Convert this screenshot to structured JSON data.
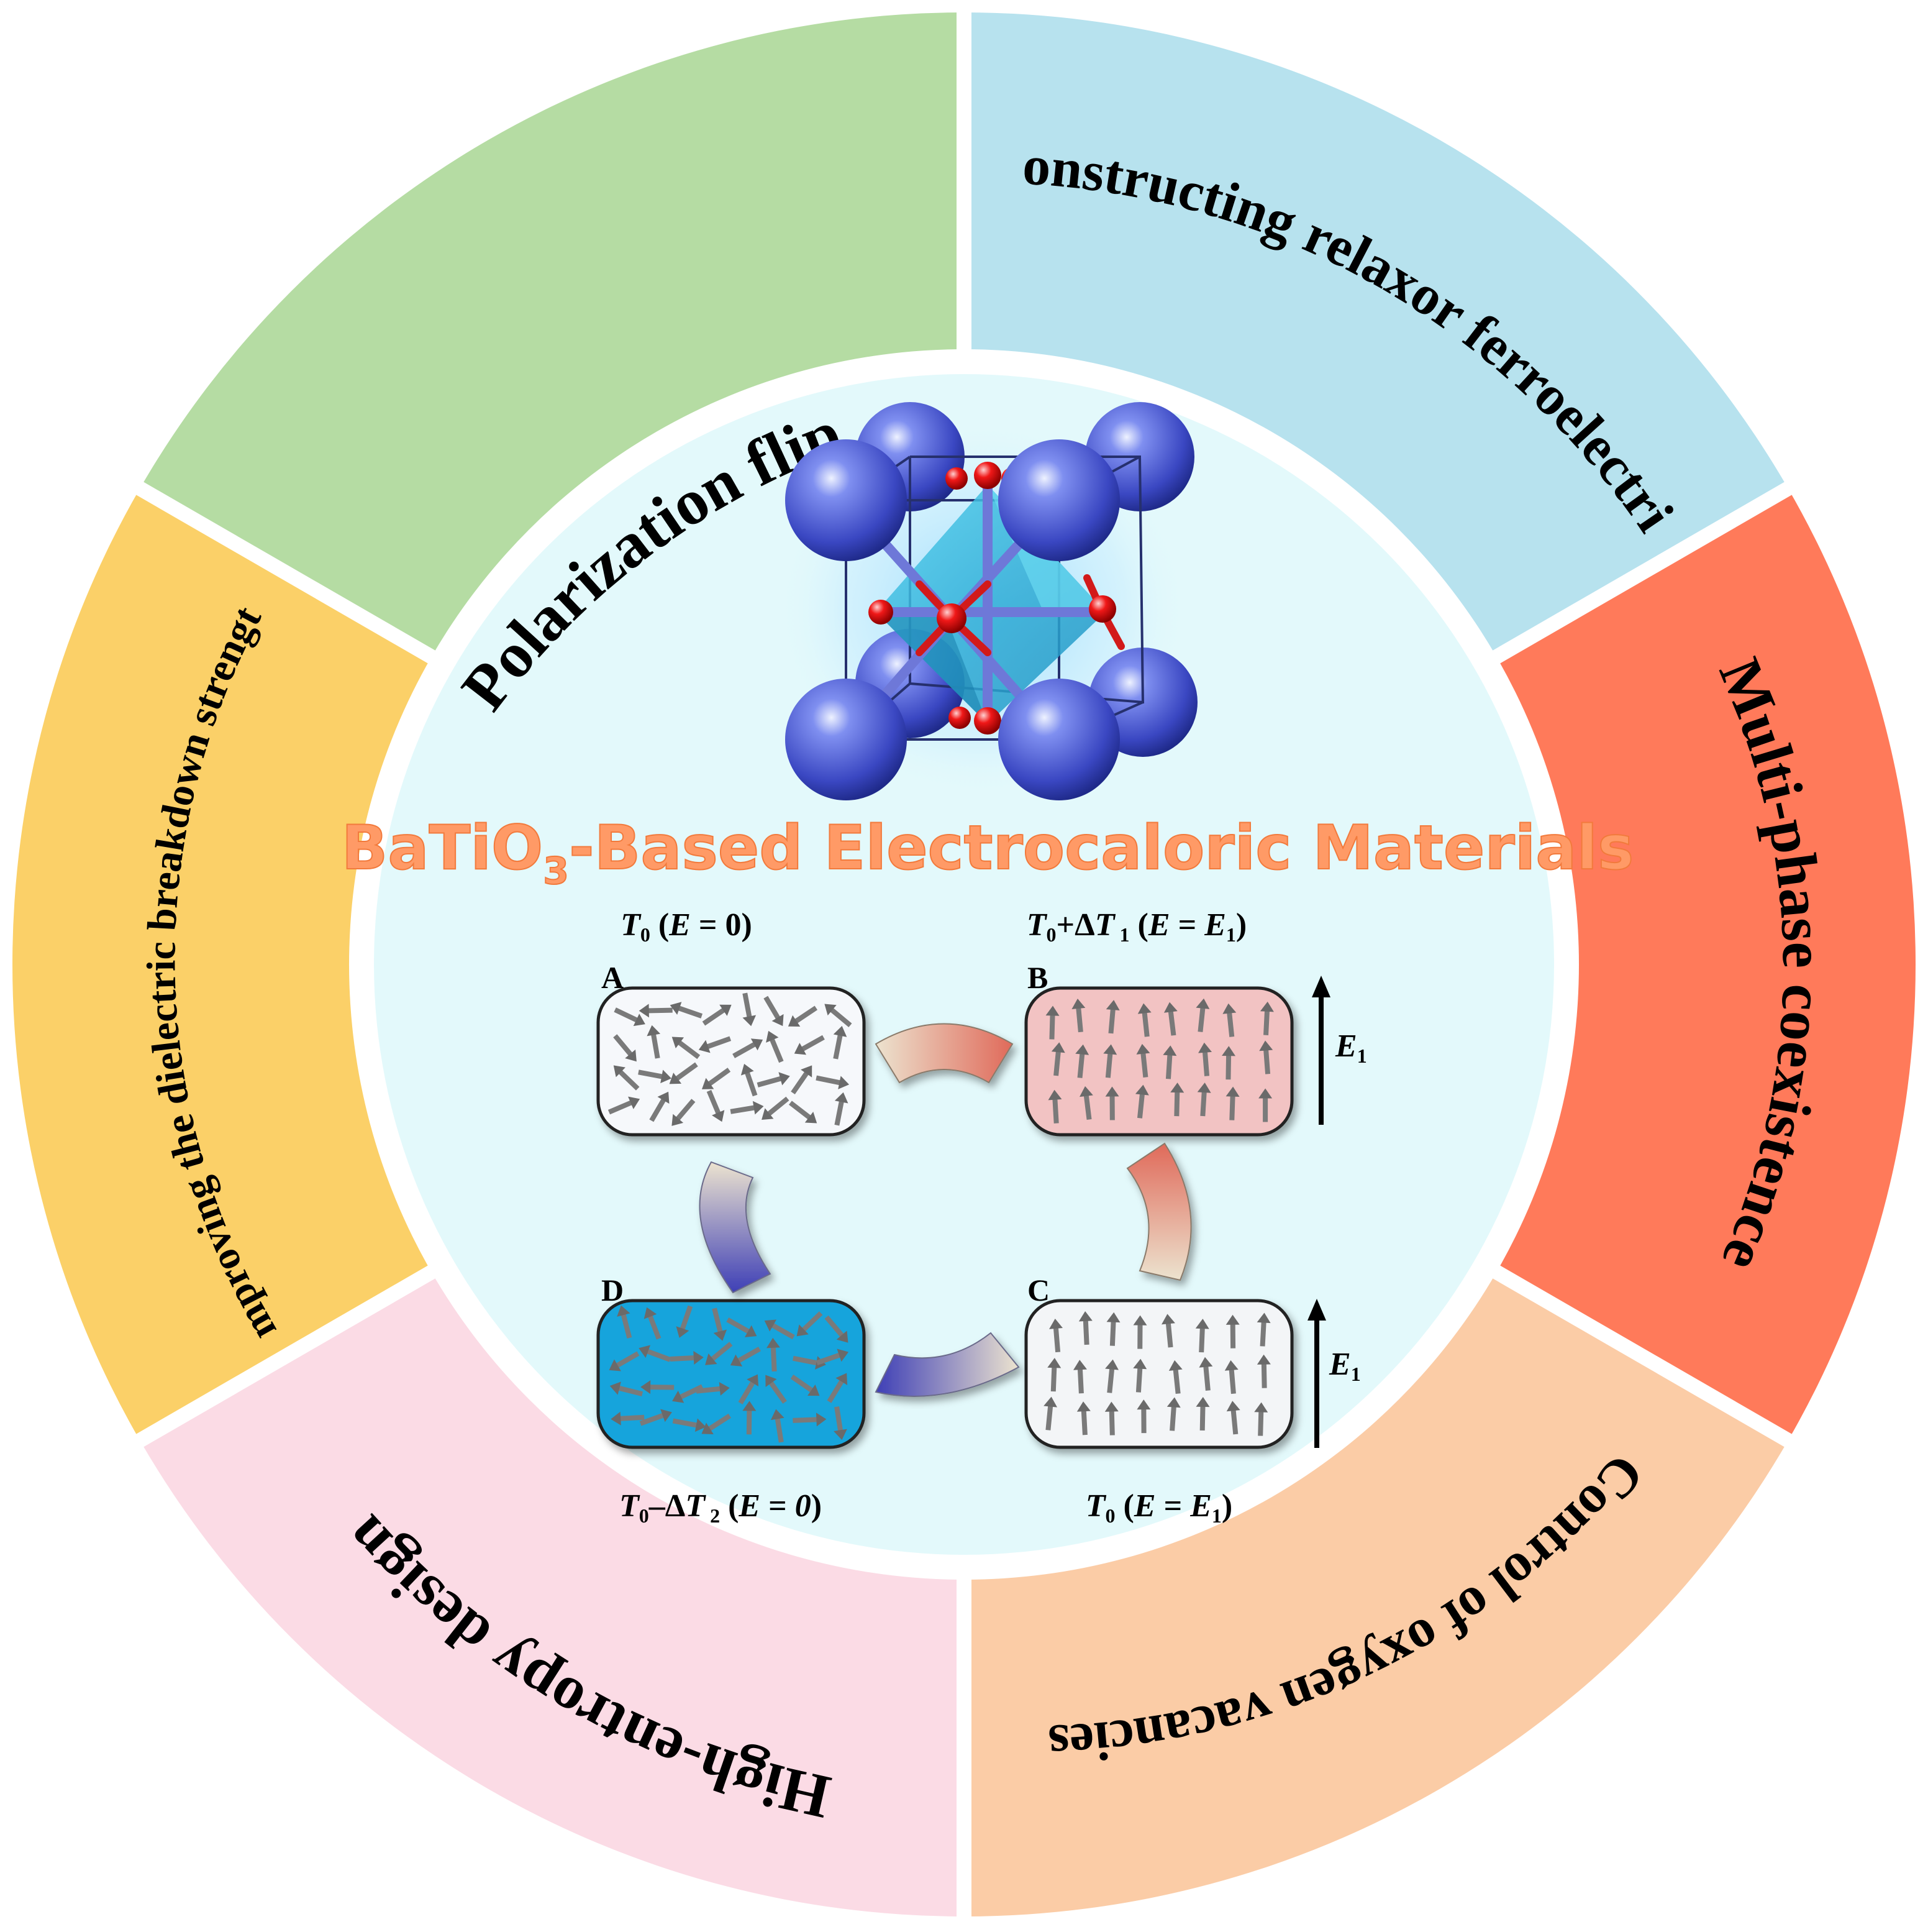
{
  "segments": [
    {
      "id": "polarization",
      "label": "Polarization flip",
      "color": "#b5dca3"
    },
    {
      "id": "relaxor",
      "label": "Constructing relaxor ferroelectrics",
      "color": "#b7e2ee"
    },
    {
      "id": "multiphase",
      "label": "Multi-phase coexistence",
      "color": "#ff7a5a"
    },
    {
      "id": "oxygen",
      "label": "Control of oxygen vacancies",
      "color": "#fbcca6"
    },
    {
      "id": "entropy",
      "label": "High-entropy design",
      "color": "#fbdbe5"
    },
    {
      "id": "breakdown",
      "label": "Improving the dielectric breakdown strength",
      "color": "#fbd068"
    }
  ],
  "center": {
    "background": "#e3f9fb",
    "title_main": "BaTiO",
    "title_sub": "3",
    "title_rest": "-Based Electrocaloric Materials",
    "title_color": "#ff9a66"
  },
  "states": {
    "A": {
      "letter": "A",
      "label": "T0 (E = 0)",
      "fill": "#f6f8fb"
    },
    "B": {
      "letter": "B",
      "label": "T0+ΔT1 (E = E1)",
      "fill": "#f2c3c3"
    },
    "C": {
      "letter": "C",
      "label": "T0 (E = E1)",
      "fill": "#f3f5f7"
    },
    "D": {
      "letter": "D",
      "label": "T0−ΔT2 (E = 0)",
      "fill": "#16a4dc"
    }
  },
  "field": {
    "label_B": "E1",
    "label_C": "E1"
  },
  "icons": {
    "crystal": "batio3-perovskite-cell-icon",
    "dipole": "dipole-arrow-icon",
    "field": "field-arrow-icon",
    "cycle": "cycle-arrow-icon"
  }
}
